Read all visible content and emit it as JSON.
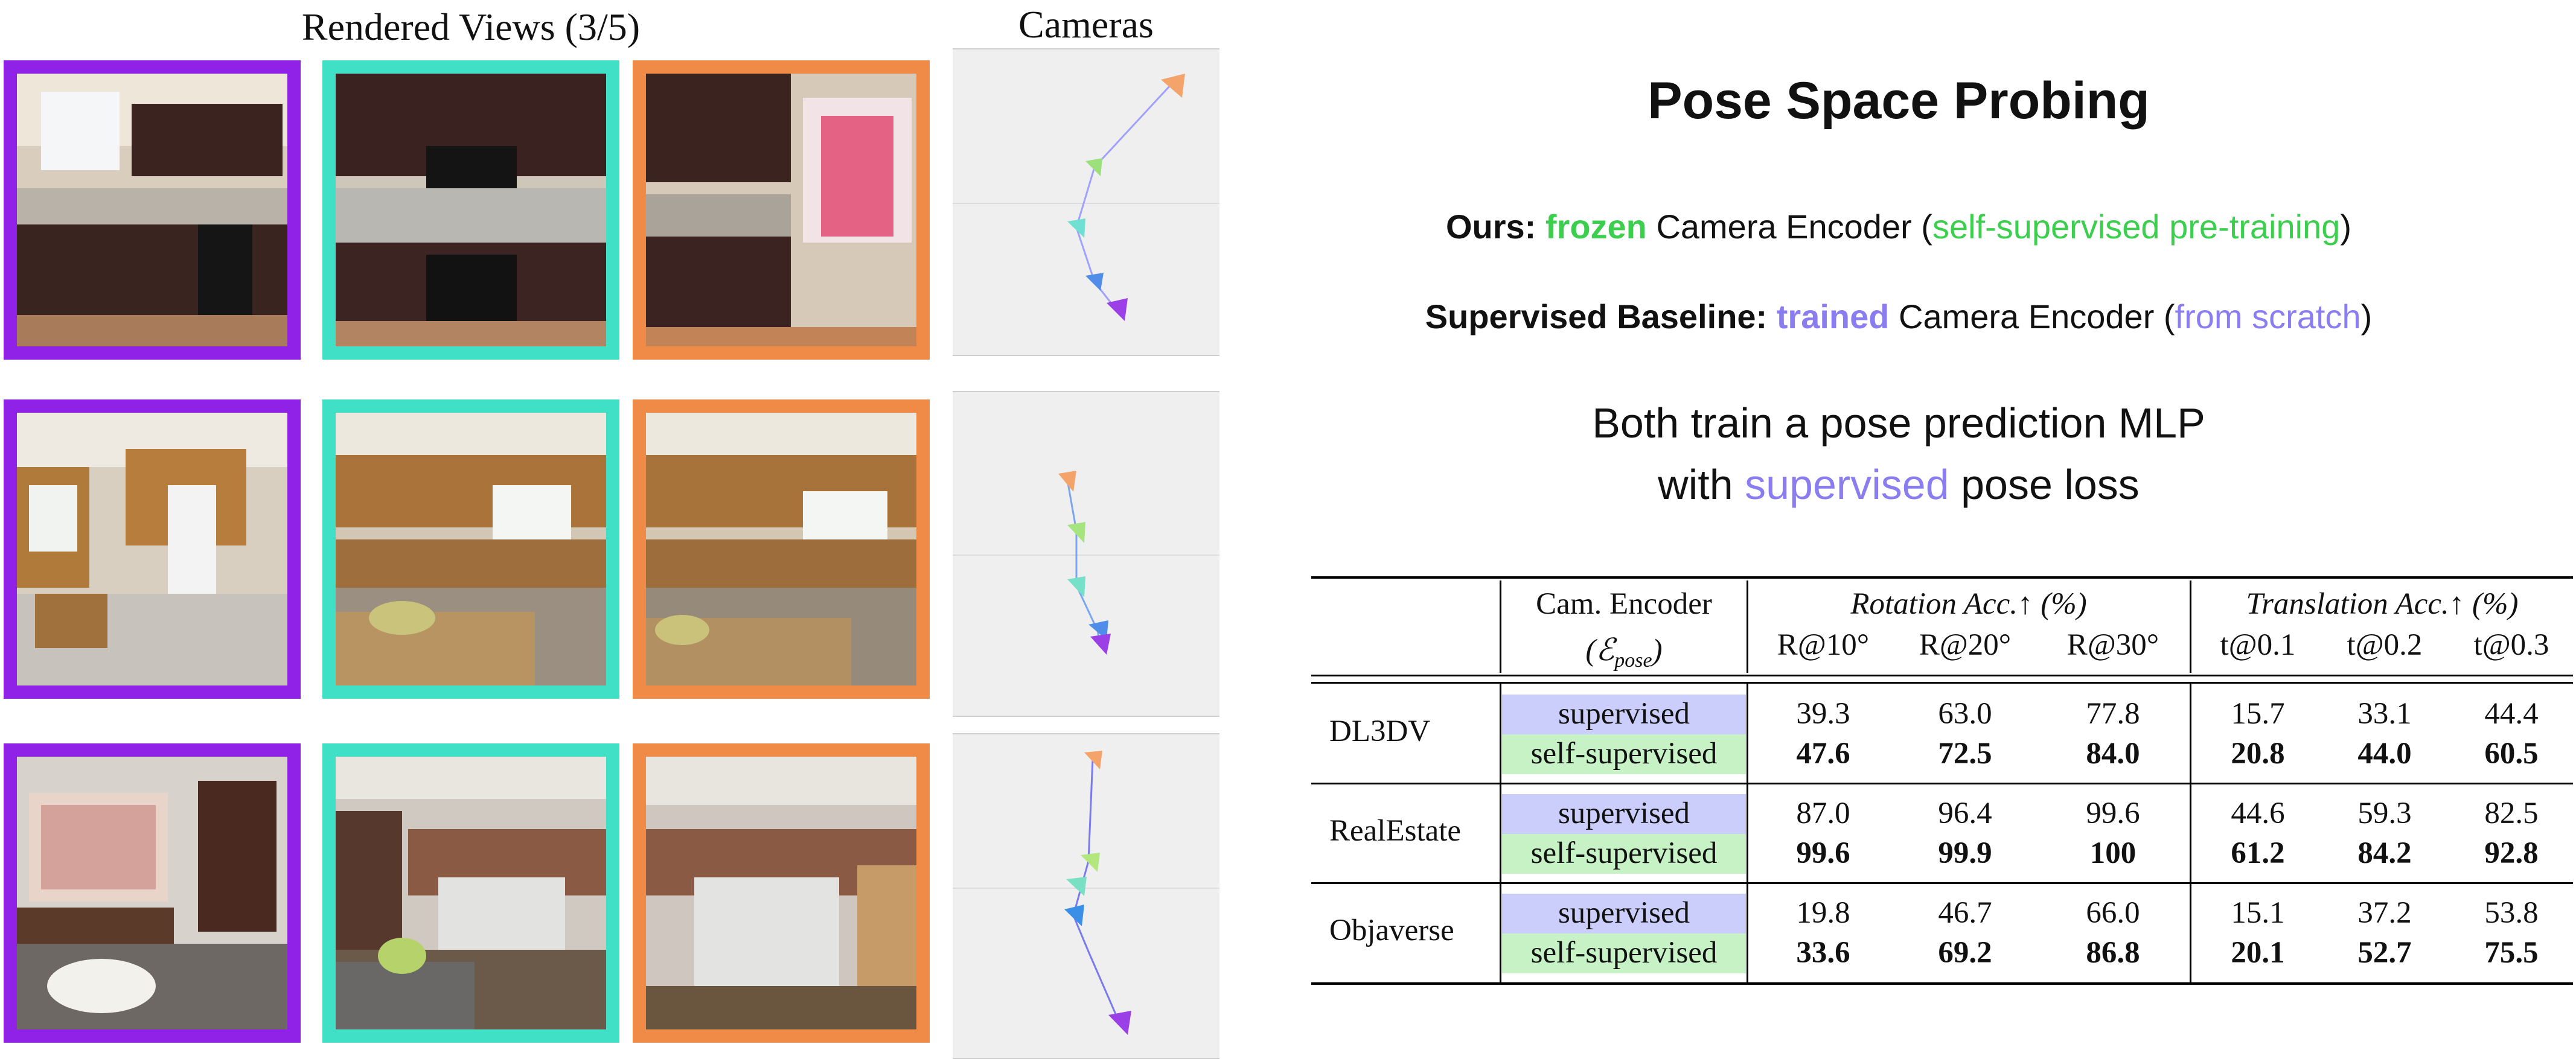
{
  "headers": {
    "rendered_views": "Rendered Views (3/5)",
    "cameras": "Cameras"
  },
  "colors": {
    "view1_frame": "#8f22e6",
    "view2_frame": "#3fe0c6",
    "view3_frame": "#f08a47",
    "ours_accent": "#3ccf4e",
    "baseline_accent": "#8a7df0",
    "supervised_highlight": "#cbcdfb",
    "self_supervised_highlight": "#c6f2c6"
  },
  "rows": [
    {
      "scene": "kitchen with dark cabinets"
    },
    {
      "scene": "kitchen with wooden cabinets"
    },
    {
      "scene": "living room with kitchen island"
    }
  ],
  "right_panel": {
    "title": "Pose Space Probing",
    "ours": {
      "label": "Ours",
      "colon": ":",
      "frozen": "frozen",
      "mid": "Camera Encoder (",
      "note": "self-supervised pre-training",
      "end": ")"
    },
    "baseline": {
      "label": "Supervised Baseline",
      "colon": ":",
      "trained": "trained",
      "mid": "Camera Encoder (",
      "note": "from scratch",
      "end": ")"
    },
    "both_line1": "Both train a pose prediction MLP",
    "both_line2_pre": "with",
    "both_line2_word": "supervised",
    "both_line2_post": "pose loss"
  },
  "table": {
    "col_encoder_l1": "Cam. Encoder",
    "col_encoder_l2": "(ℰ",
    "col_encoder_sub": "pose",
    "col_encoder_end": ")",
    "rotation_group": "Rotation Acc.↑ (%)",
    "translation_group": "Translation Acc.↑ (%)",
    "sub_headers": [
      "R@10°",
      "R@20°",
      "R@30°",
      "t@0.1",
      "t@0.2",
      "t@0.3"
    ],
    "datasets": [
      {
        "name": "DL3DV",
        "rows": [
          {
            "method": "supervised",
            "values": [
              "39.3",
              "63.0",
              "77.8",
              "15.7",
              "33.1",
              "44.4"
            ]
          },
          {
            "method": "self-supervised",
            "values": [
              "47.6",
              "72.5",
              "84.0",
              "20.8",
              "44.0",
              "60.5"
            ]
          }
        ]
      },
      {
        "name": "RealEstate",
        "rows": [
          {
            "method": "supervised",
            "values": [
              "87.0",
              "96.4",
              "99.6",
              "44.6",
              "59.3",
              "82.5"
            ]
          },
          {
            "method": "self-supervised",
            "values": [
              "99.6",
              "99.9",
              "100",
              "61.2",
              "84.2",
              "92.8"
            ]
          }
        ]
      },
      {
        "name": "Objaverse",
        "rows": [
          {
            "method": "supervised",
            "values": [
              "19.8",
              "46.7",
              "66.0",
              "15.1",
              "37.2",
              "53.8"
            ]
          },
          {
            "method": "self-supervised",
            "values": [
              "33.6",
              "69.2",
              "86.8",
              "20.1",
              "52.7",
              "75.5"
            ]
          }
        ]
      }
    ]
  }
}
